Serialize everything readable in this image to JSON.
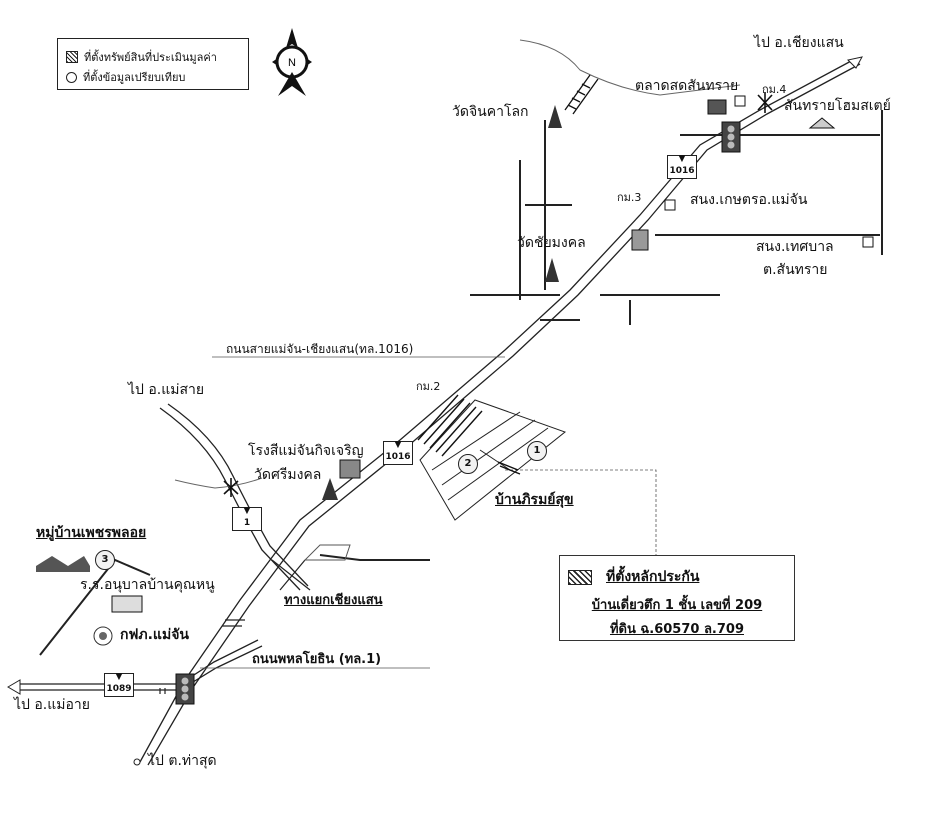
{
  "legend": {
    "appraised_property": "ที่ตั้งทรัพย์สินที่ประเมินมูลค่า",
    "comparison_data": "ที่ตั้งข้อมูลเปรียบเทียบ"
  },
  "compass": {
    "north": "N"
  },
  "labels": {
    "to_chiang_saen": "ไป อ.เชียงแสน",
    "talat_san_sai": "ตลาดสดสันทราย",
    "km4": "กม.4",
    "san_sai_home": "สันทรายโฮมสเตย์",
    "wat_chinka": "วัดจินคาโลก",
    "km3": "กม.3",
    "agri_office": "สนง.เกษตรอ.แม่จัน",
    "wat_chaimongkol": "วัดชัยมงคล",
    "municipal_office_1": "สนง.เทศบาล",
    "municipal_office_2": "ต.สันทราย",
    "road_1016_name": "ถนนสายแม่จัน-เชียงแสน(ทล.1016)",
    "to_mae_sai": "ไป อ.แม่สาย",
    "km2": "กม.2",
    "rice_mill": "โรงสีแม่จันกิจเจริญ",
    "wat_sri_mongkol": "วัดศรีมงคล",
    "ban_phirom_suk": "บ้านภิรมย์สุข",
    "mu_ban_phet": "หมู่บ้านเพชรพลอย",
    "hospital": "ร.ร.อนุบาลบ้านคุณหนู",
    "pea": "กฟภ.แม่จัน",
    "chiang_saen_junction": "ทางแยกเชียงแสน",
    "phahonyothin": "ถนนพหลโยธิน (ทล.1)",
    "to_mae_ai": "ไป อ.แม่อาย",
    "to_tha_sut": "ไป ต.ท่าสุด"
  },
  "shields": {
    "r1016_a": "1016",
    "r1016_b": "1016",
    "r1": "1",
    "r1089": "1089"
  },
  "markers": {
    "m1": "1",
    "m2": "2",
    "m3": "3"
  },
  "info": {
    "title": "ที่ตั้งหลักประกัน",
    "line1": "บ้านเดี่ยวตึก 1 ชั้น เลขที่ 209",
    "line2": "ที่ดิน ฉ.60570 ล.709"
  }
}
